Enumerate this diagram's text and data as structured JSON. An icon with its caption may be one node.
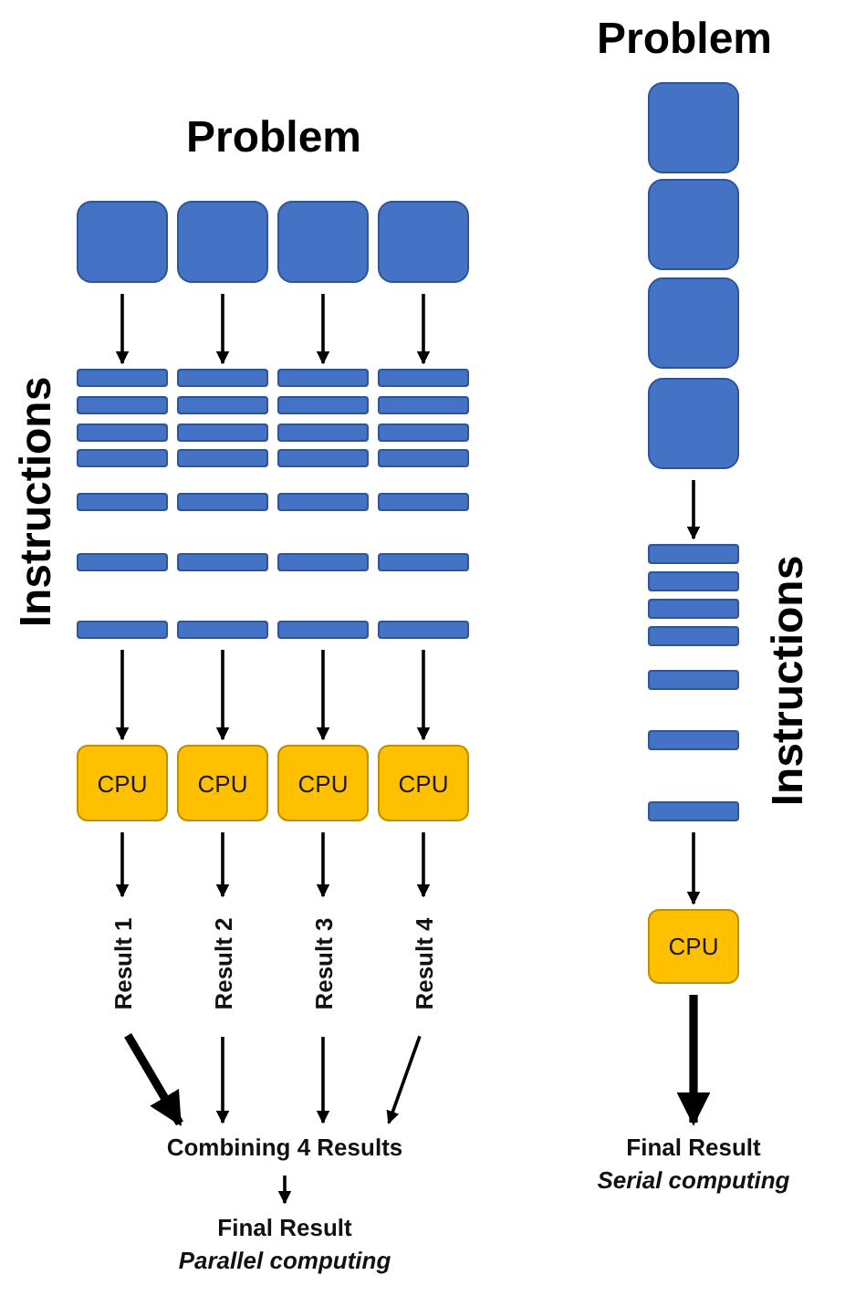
{
  "diagram": {
    "nodes": [
      {
        "text": [],
        "shape": "box"
      },
      {
        "text": [],
        "shape": "box"
      },
      {
        "text": [],
        "shape": "box"
      },
      {
        "text": [],
        "shape": "box"
      },
      {
        "text": [],
        "shape": "bar"
      },
      {
        "text": [],
        "shape": "bar"
      },
      {
        "text": [],
        "shape": "bar"
      },
      {
        "text": [],
        "shape": "bar"
      },
      {
        "text": [],
        "shape": "bar"
      },
      {
        "text": [],
        "shape": "bar"
      },
      {
        "text": [],
        "shape": "bar"
      },
      {
        "text": [],
        "shape": "bar"
      },
      {
        "text": [],
        "shape": "bar"
      },
      {
        "text": [],
        "shape": "bar"
      },
      {
        "text": [],
        "shape": "bar"
      },
      {
        "text": [],
        "shape": "bar"
      },
      {
        "text": [],
        "shape": "bar"
      },
      {
        "text": [],
        "shape": "bar"
      },
      {
        "text": [],
        "shape": "bar"
      },
      {
        "text": [],
        "shape": "bar"
      },
      {
        "text": [],
        "shape": "bar"
      },
      {
        "text": [],
        "shape": "bar"
      },
      {
        "text": [],
        "shape": "bar"
      },
      {
        "text": [],
        "shape": "bar"
      },
      {
        "text": [],
        "shape": "bar"
      },
      {
        "text": [],
        "shape": "bar"
      },
      {
        "text": [],
        "shape": "bar"
      },
      {
        "text": [],
        "shape": "bar"
      },
      {
        "text": [],
        "shape": "bar"
      },
      {
        "text": [],
        "shape": "bar"
      },
      {
        "text": [],
        "shape": "bar"
      },
      {
        "text": [],
        "shape": "bar"
      },
      {
        "text": [
          "CPU"
        ]
      },
      {
        "text": [
          "CPU"
        ]
      },
      {
        "text": [
          "CPU"
        ]
      },
      {
        "text": [
          "CPU"
        ]
      },
      {
        "text": [
          "Result 1"
        ]
      },
      {
        "text": [
          "Result 2"
        ]
      },
      {
        "text": [
          "Result 3"
        ]
      },
      {
        "text": [
          "Result 4"
        ]
      },
      {
        "text": [
          "Combining 4 Results"
        ]
      },
      {
        "text": [
          "Final Result"
        ],
        "beside": [
          "Parallel computing"
        ]
      },
      {
        "text": [],
        "shape": "box"
      },
      {
        "text": [],
        "shape": "box"
      },
      {
        "text": [],
        "shape": "box"
      },
      {
        "text": [],
        "shape": "box"
      },
      {
        "text": [],
        "shape": "bar"
      },
      {
        "text": [],
        "shape": "bar"
      },
      {
        "text": [],
        "shape": "bar"
      },
      {
        "text": [],
        "shape": "bar"
      },
      {
        "text": [],
        "shape": "bar"
      },
      {
        "text": [],
        "shape": "bar"
      },
      {
        "text": [],
        "shape": "bar"
      },
      {
        "text": [
          "CPU"
        ]
      },
      {
        "text": [
          "Final Result"
        ],
        "beside": [
          "Serial computing"
        ]
      }
    ],
    "edges": [
      {
        "from": 0,
        "to": 4,
        "arrow": "to"
      },
      {
        "from": 1,
        "to": 5,
        "arrow": "to"
      },
      {
        "from": 2,
        "to": 6,
        "arrow": "to"
      },
      {
        "from": 3,
        "to": 7,
        "arrow": "to"
      },
      {
        "from": 28,
        "to": 32,
        "arrow": "to"
      },
      {
        "from": 29,
        "to": 33,
        "arrow": "to"
      },
      {
        "from": 30,
        "to": 34,
        "arrow": "to"
      },
      {
        "from": 31,
        "to": 35,
        "arrow": "to"
      },
      {
        "from": 32,
        "to": 36,
        "arrow": "to"
      },
      {
        "from": 33,
        "to": 37,
        "arrow": "to"
      },
      {
        "from": 34,
        "to": 38,
        "arrow": "to"
      },
      {
        "from": 35,
        "to": 39,
        "arrow": "to"
      },
      {
        "from": 36,
        "to": 40,
        "arrow": "to",
        "style": "thick"
      },
      {
        "from": 37,
        "to": 40,
        "arrow": "to"
      },
      {
        "from": 38,
        "to": 40,
        "arrow": "to"
      },
      {
        "from": 39,
        "to": 40,
        "arrow": "to"
      },
      {
        "from": 40,
        "to": 41,
        "arrow": "to"
      },
      {
        "from": 45,
        "to": 46,
        "arrow": "to"
      },
      {
        "from": 52,
        "to": 53,
        "arrow": "to"
      },
      {
        "from": 53,
        "to": 54,
        "arrow": "to",
        "style": "thick"
      }
    ],
    "labels": [
      "Problem",
      "Instructions",
      "Problem",
      "Instructions"
    ]
  }
}
